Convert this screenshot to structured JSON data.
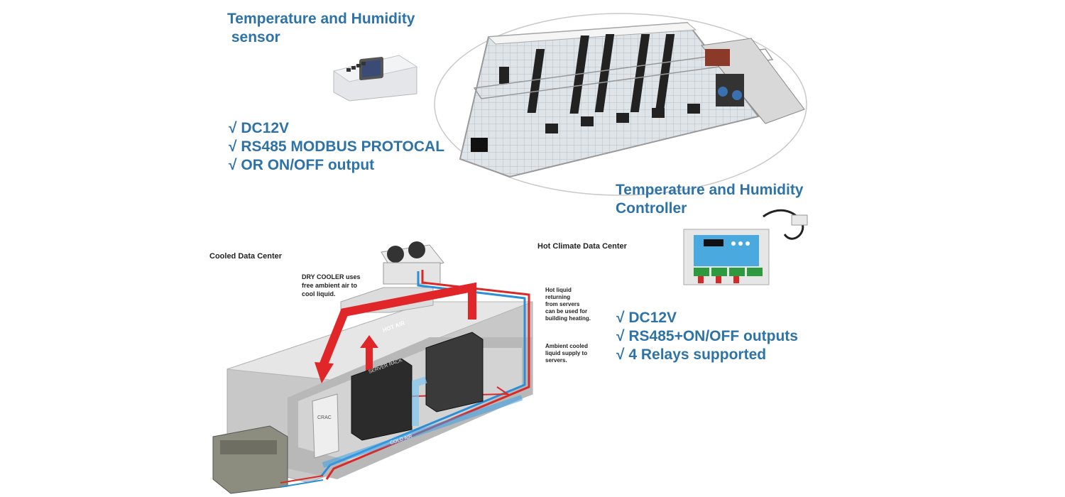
{
  "sensor": {
    "title_line1": "Temperature and Humidity",
    "title_line2": " sensor",
    "features": [
      "√ DC12V",
      "√ RS485 MODBUS PROTOCAL",
      "√ OR ON/OFF output"
    ]
  },
  "controller": {
    "title_line1": "Temperature and Humidity",
    "title_line2": "Controller",
    "features": [
      "√ DC12V",
      "√ RS485+ON/OFF outputs",
      "√ 4 Relays supported"
    ]
  },
  "diagram": {
    "cooled_label": "Cooled Data Center",
    "hot_label": "Hot Climate Data Center",
    "dry_cooler_line1": "DRY COOLER uses",
    "dry_cooler_line2": "free ambient air to",
    "dry_cooler_line3": "cool liquid.",
    "hot_liquid_line1": "Hot liquid",
    "hot_liquid_line2": "returning",
    "hot_liquid_line3": "from servers",
    "hot_liquid_line4": "can be used for",
    "hot_liquid_line5": "building heating.",
    "ambient_line1": "Ambient cooled",
    "ambient_line2": "liquid supply to",
    "ambient_line3": "servers.",
    "hot_air": "HOT AIR",
    "cold_air": "COLD AIR",
    "crac": "CRAC",
    "server_rack": "SERVER RACK"
  },
  "colors": {
    "accent": "#2e73a8",
    "hot": "#e1262a",
    "cold": "#2a8fd6"
  }
}
